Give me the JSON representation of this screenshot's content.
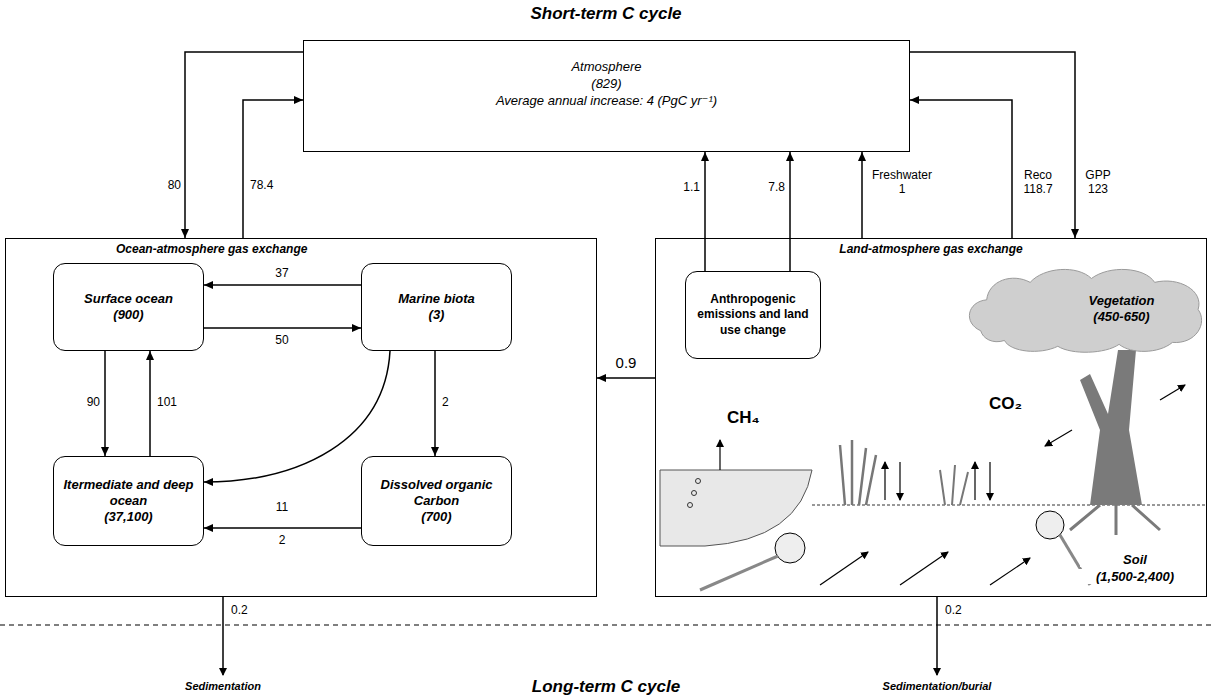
{
  "diagram": {
    "title": "Short-term C cycle",
    "nodes": [
      {
        "text": [
          "Atmosphere",
          "(829)",
          "Average annual increase: 4 (PgC yr⁻¹)"
        ]
      },
      {
        "text": [
          "Ocean-atmosphere gas exchange"
        ]
      },
      {
        "text": [
          "Surface ocean",
          "(900)"
        ],
        "in": 1
      },
      {
        "text": [
          "Marine biota",
          "(3)"
        ],
        "in": 1
      },
      {
        "text": [
          "Itermediate and deep ocean",
          "(37,100)"
        ],
        "in": 1
      },
      {
        "text": [
          "Dissolved organic Carbon",
          "(700)"
        ],
        "in": 1
      },
      {
        "text": [
          "Land-atmosphere gas exchange"
        ]
      },
      {
        "text": [
          "Anthropogenic emissions and land use change"
        ],
        "in": 6
      },
      {
        "text": [
          "Vegetation",
          "(450-650)"
        ],
        "in": 6
      }
    ],
    "edges": [
      {
        "from": 0,
        "to": 1,
        "arrow": "to",
        "label": "80"
      },
      {
        "from": 1,
        "to": 0,
        "arrow": "to",
        "label": "78.4"
      },
      {
        "from": 7,
        "to": 0,
        "arrow": "to",
        "label": "1.1"
      },
      {
        "from": 7,
        "to": 0,
        "arrow": "to",
        "label": "7.8"
      },
      {
        "from": 6,
        "to": 0,
        "arrow": "to",
        "label": "Freshwater 1"
      },
      {
        "from": 6,
        "to": 0,
        "arrow": "to",
        "label": "Reco 118.7"
      },
      {
        "from": 0,
        "to": 6,
        "arrow": "to",
        "label": "GPP 123"
      },
      {
        "from": 3,
        "to": 2,
        "arrow": "to",
        "label": "37"
      },
      {
        "from": 2,
        "to": 3,
        "arrow": "to",
        "label": "50"
      },
      {
        "from": 2,
        "to": 4,
        "arrow": "to",
        "label": "90"
      },
      {
        "from": 4,
        "to": 2,
        "arrow": "to",
        "label": "101"
      },
      {
        "from": 3,
        "to": 5,
        "arrow": "to",
        "label": "2"
      },
      {
        "from": 3,
        "to": 4,
        "arrow": "to",
        "label": "11"
      },
      {
        "from": 5,
        "to": 4,
        "arrow": "to",
        "label": "2"
      },
      {
        "from": 6,
        "to": 1,
        "arrow": "to",
        "label": "0.9"
      }
    ],
    "labels": [
      "Long-term C cycle",
      "0.2",
      "Sedimentation",
      "0.2",
      "Sedimentation/burial",
      "CH₄",
      "CO₂",
      "Soil",
      "(1,500-2,400)"
    ]
  }
}
